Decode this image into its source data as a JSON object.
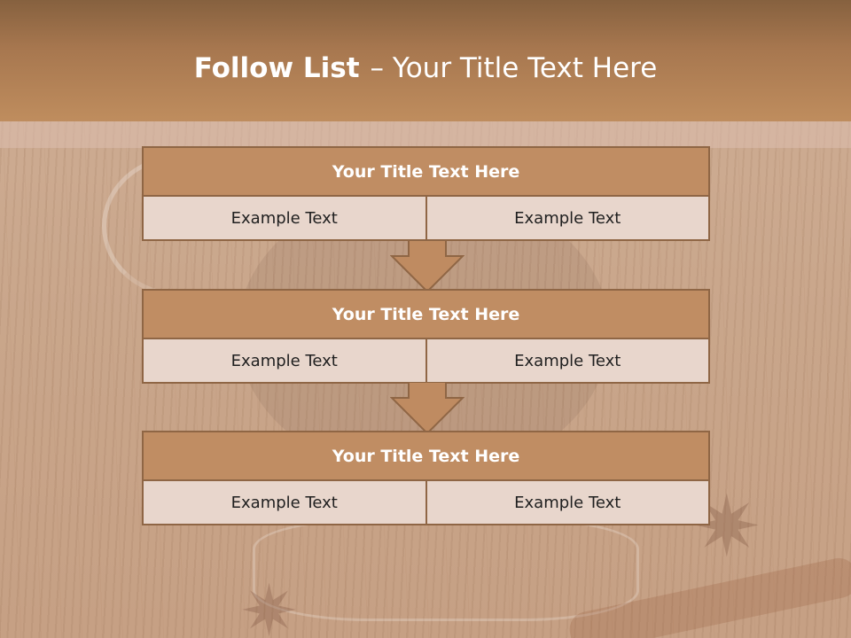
{
  "slide": {
    "title_bold": "Follow List",
    "title_rest": "– Your Title Text Here",
    "blocks": [
      {
        "title": "Your Title Text Here",
        "cells": [
          "Example Text",
          "Example Text"
        ]
      },
      {
        "title": "Your Title Text Here",
        "cells": [
          "Example Text",
          "Example Text"
        ]
      },
      {
        "title": "Your Title Text Here",
        "cells": [
          "Example Text",
          "Example Text"
        ]
      }
    ]
  },
  "colors": {
    "header": "#a7774f",
    "block_title_fill": "#c08d63",
    "cell_fill": "#e8d6cc",
    "border": "#8f6645",
    "arrow_fill": "#bf8b61"
  },
  "icons": [
    "down-arrow-icon",
    "star-anise-icon"
  ]
}
